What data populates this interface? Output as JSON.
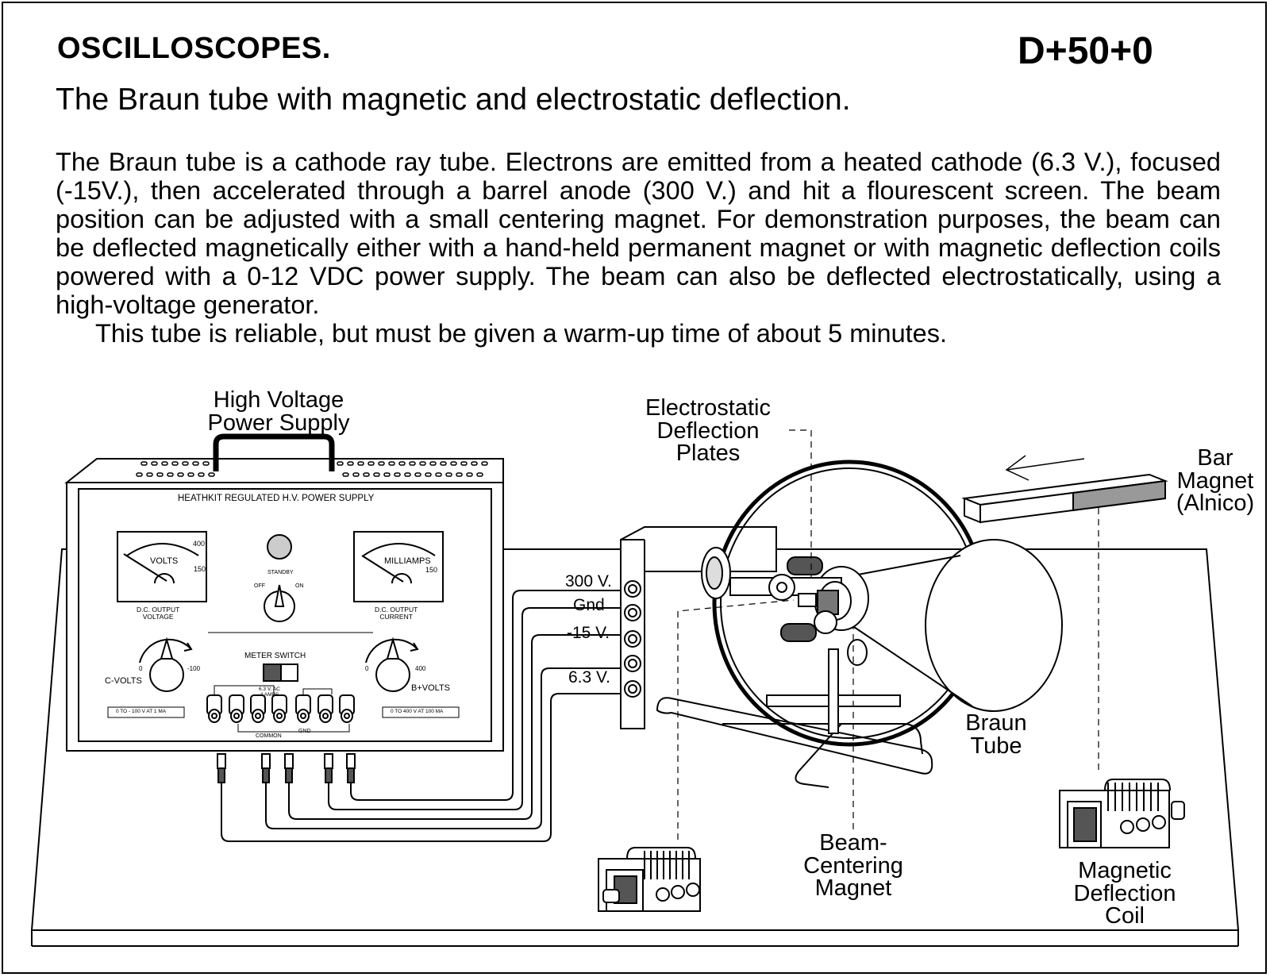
{
  "header": {
    "title": "OSCILLOSCOPES.",
    "code": "D+50+0",
    "subtitle": "The Braun tube with magnetic and electrostatic deflection."
  },
  "description": {
    "paragraph": "The Braun tube is a cathode ray tube.  Electrons are emitted from a heated cathode (6.3 V.), focused (-15V.), then accelerated through a barrel anode (300 V.) and hit a flourescent screen.  The beam position can be adjusted with a small centering magnet.  For demonstration purposes, the beam can be deflected magnetically either with a hand-held permanent magnet or with magnetic deflection coils powered with a 0-12 VDC power supply.  The beam can also be deflected electrostatically, using a high-voltage generator.",
    "note": "This tube is reliable, but must be given a warm-up time of about 5 minutes."
  },
  "labels": {
    "hv_supply": "High Voltage\nPower Supply",
    "plates": "Electrostatic\nDeflection\nPlates",
    "bar_magnet": "Bar\nMagnet\n(Alnico)",
    "braun_tube": "Braun\nTube",
    "centering_magnet": "Beam-\nCentering\nMagnet",
    "deflection_coil": "Magnetic\nDeflection\nCoil"
  },
  "supply_panel": {
    "name": "HEATHKIT REGULATED H.V. POWER SUPPLY",
    "volts_meter": "VOLTS",
    "volts_scale_max": "400",
    "volts_scale_mid": "150",
    "milliamps_meter": "MILLIAMPS",
    "milliamps_scale_mid": "150",
    "standby": "STANDBY",
    "off": "OFF",
    "on": "ON",
    "dc_output_voltage": "D.C. OUTPUT\nVOLTAGE",
    "dc_output_current": "D.C. OUTPUT\nCURRENT",
    "meter_switch": "METER SWITCH",
    "c_volts": "C-VOLTS",
    "c_volts_min": "0",
    "c_volts_max": "-100",
    "b_volts": "B+VOLTS",
    "b_volts_min": "0",
    "b_volts_max": "400",
    "ac_output": "6.3 V. AC\n4 AMPS",
    "common": "COMMON",
    "gnd": "GND",
    "c_range": "0 TO - 100 V AT 1 MA",
    "b_range": "0 TO 400 V AT 100 MA"
  },
  "terminals": [
    "300 V.",
    "Gnd",
    "-15 V.",
    "6.3 V."
  ]
}
